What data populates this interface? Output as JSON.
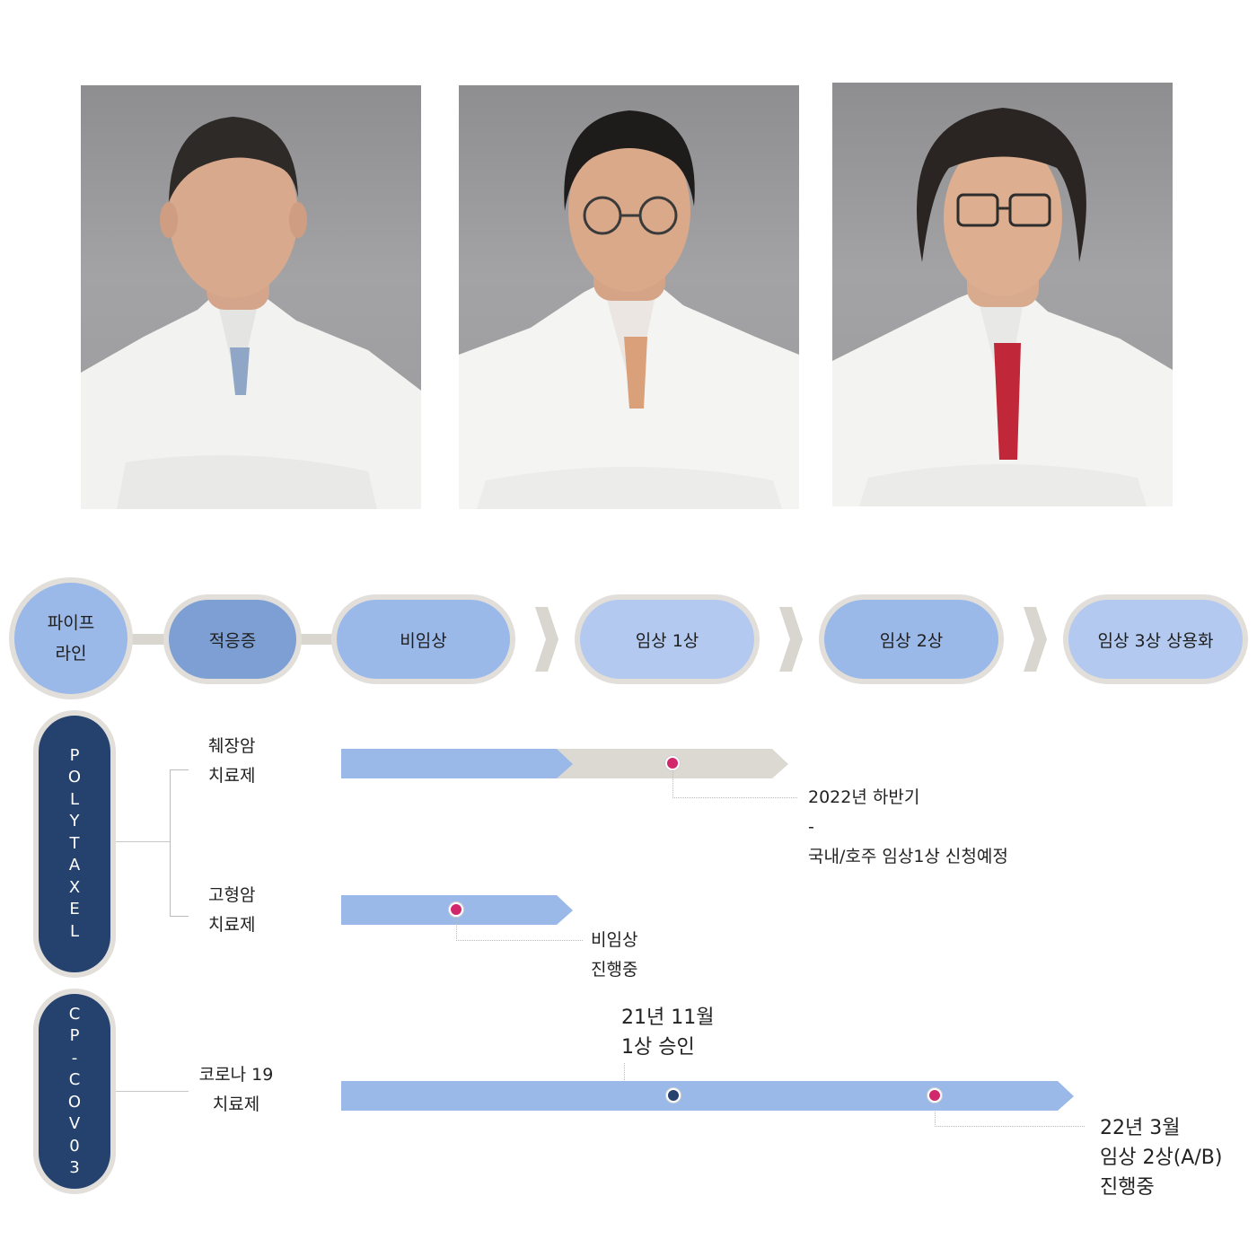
{
  "colors": {
    "navy": "#25426f",
    "pill_dark": "#7e9fd3",
    "pill_mid": "#9ab8e8",
    "pill_light": "#b3c9ef",
    "bar_blue": "#9ab8e8",
    "bar_gray": "#dcd9d3",
    "marker_pink": "#d2286b",
    "marker_navy": "#25426f",
    "border": "#e2dfda"
  },
  "photos": [
    {
      "alt": "doctor-1",
      "tie": "#8fa6c6"
    },
    {
      "alt": "doctor-2",
      "tie": "#d9a07a"
    },
    {
      "alt": "doctor-3",
      "tie": "#c0283a"
    }
  ],
  "header": {
    "pipeline_line1": "파이프",
    "pipeline_line2": "라인",
    "stages": [
      "적응증",
      "비임상",
      "임상 1상",
      "임상 2상",
      "임상 3상 상용화"
    ]
  },
  "programs": [
    {
      "name_letters": [
        "P",
        "O",
        "L",
        "Y",
        "T",
        "A",
        "X",
        "E",
        "L"
      ],
      "indications": [
        {
          "line1": "췌장암",
          "line2": "치료제",
          "progress_blue_end": "비임상",
          "progress_gray_end": "임상 1상",
          "note": [
            "2022년 하반기",
            "-",
            "국내/호주 임상1상 신청예정"
          ]
        },
        {
          "line1": "고형암",
          "line2": "치료제",
          "progress_blue_end": "비임상",
          "note": [
            "비임상",
            "진행중"
          ]
        }
      ]
    },
    {
      "name_letters": [
        "C",
        "P",
        "-",
        "C",
        "O",
        "V",
        "0",
        "3"
      ],
      "indications": [
        {
          "line1": "코로나 19",
          "line2": "치료제",
          "progress_blue_end": "임상 2상",
          "note_top": [
            "21년 11월",
            "1상 승인"
          ],
          "note_bottom": [
            "22년 3월",
            "임상 2상(A/B)",
            "진행중"
          ]
        }
      ]
    }
  ]
}
